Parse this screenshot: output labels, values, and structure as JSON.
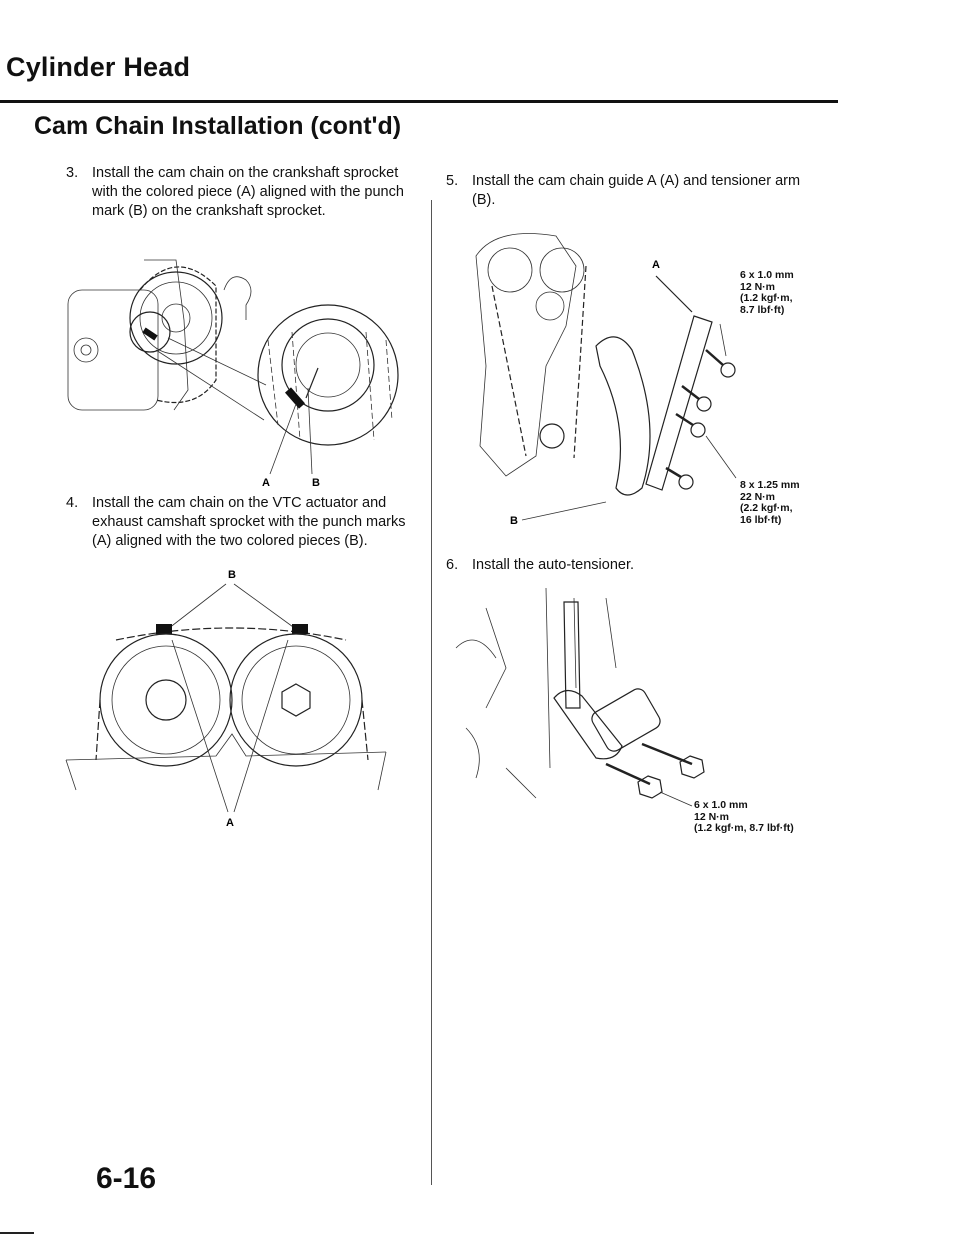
{
  "header": {
    "page_title": "Cylinder Head",
    "section_title": "Cam Chain Installation (cont'd)"
  },
  "steps": [
    {
      "number": "3.",
      "text": "Install the cam chain on the crankshaft sprocket with the colored piece (A) aligned with the punch mark (B) on the crankshaft sprocket."
    },
    {
      "number": "4.",
      "text": "Install the cam chain on the VTC actuator and exhaust camshaft sprocket with the punch marks (A) aligned with the two colored pieces (B)."
    },
    {
      "number": "5.",
      "text": "Install the cam chain guide A (A) and tensioner arm (B)."
    },
    {
      "number": "6.",
      "text": "Install the auto-tensioner."
    }
  ],
  "figures": {
    "crank_sprocket": {
      "label_a": "A",
      "label_b": "B"
    },
    "cam_sprockets": {
      "label_a": "A",
      "label_b": "B"
    },
    "guide_tensioner": {
      "label_a": "A",
      "label_b": "B",
      "spec_small": [
        "6 x 1.0 mm",
        "12 N·m",
        "(1.2 kgf·m,",
        "8.7 lbf·ft)"
      ],
      "spec_large": [
        "8 x 1.25 mm",
        "22 N·m",
        "(2.2 kgf·m,",
        "16 lbf·ft)"
      ]
    },
    "auto_tensioner": {
      "spec": [
        "6 x 1.0 mm",
        "12 N·m",
        "(1.2 kgf·m, 8.7 lbf·ft)"
      ]
    }
  },
  "footer": {
    "page_number": "6-16"
  }
}
